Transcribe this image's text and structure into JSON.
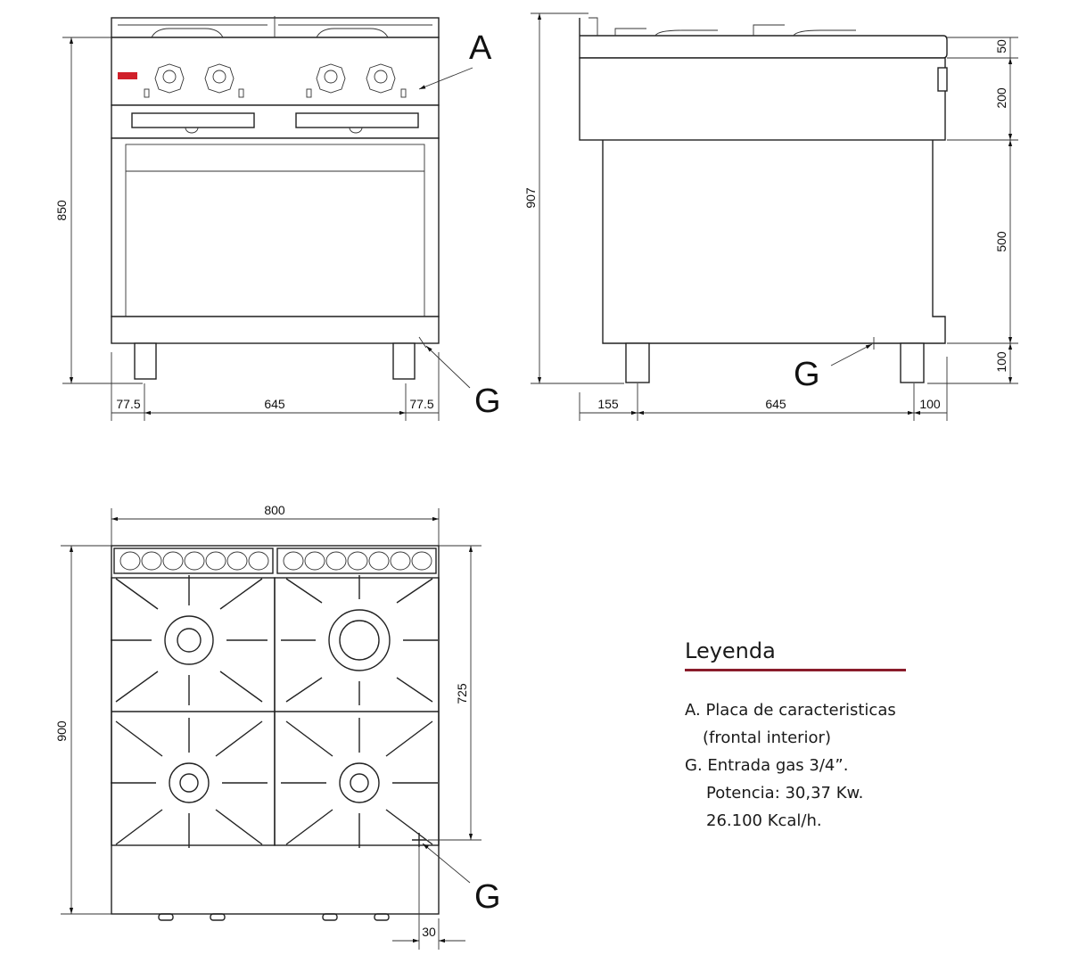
{
  "front_view": {
    "height_label": "850",
    "width_labels": [
      "77.5",
      "645",
      "77.5"
    ],
    "callout_a": "A",
    "callout_g": "G"
  },
  "side_view": {
    "height_label": "907",
    "right_labels": [
      "50",
      "200",
      "500",
      "100"
    ],
    "width_labels": [
      "155",
      "645",
      "100"
    ],
    "callout_g": "G"
  },
  "top_view": {
    "width_label": "800",
    "depth_label": "900",
    "inner_depth_label": "725",
    "offset_label": "30",
    "callout_g": "G"
  },
  "legend": {
    "title": "Leyenda",
    "line1": "A. Placa de caracteristicas",
    "line2": "(frontal interior)",
    "line3": "G. Entrada gas 3/4”.",
    "line4": "Potencia: 30,37 Kw.",
    "line5": "26.100 Kcal/h."
  },
  "colors": {
    "legend_rule": "#8a1c2b",
    "logo": "#d0202a"
  }
}
